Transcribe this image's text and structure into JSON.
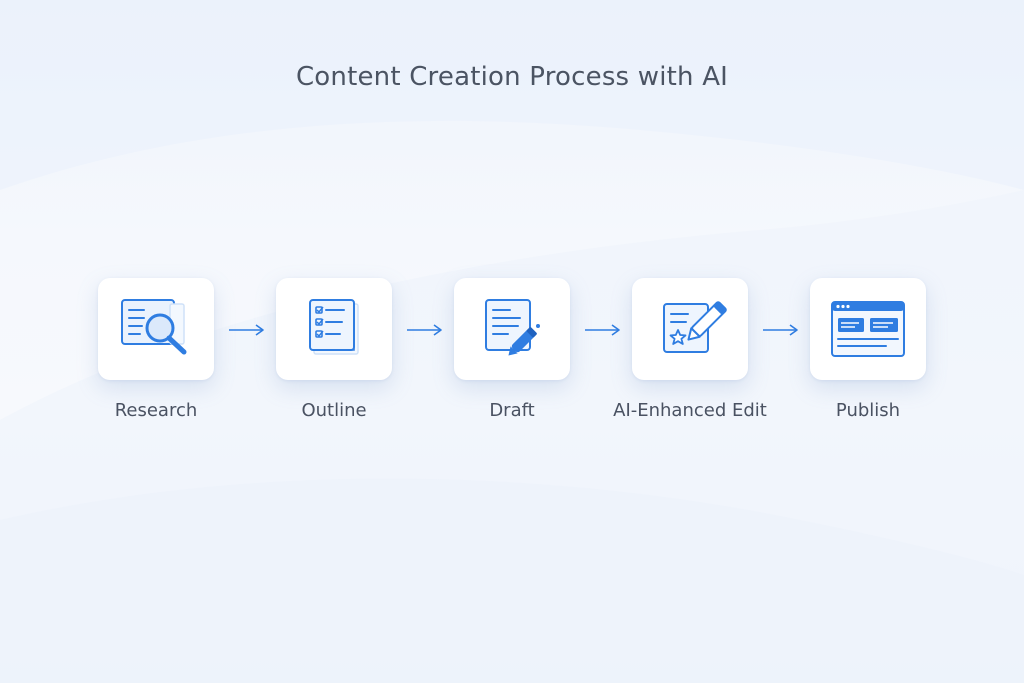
{
  "title": "Content Creation Process with AI",
  "colors": {
    "accent": "#2f7de1",
    "accent_light": "#cfe1f8",
    "text": "#4a5262",
    "title": "#4b5463",
    "card": "#ffffff",
    "background": "#f4f7fc"
  },
  "steps": [
    {
      "label": "Research",
      "icon": "document-magnifier-icon"
    },
    {
      "label": "Outline",
      "icon": "checklist-icon"
    },
    {
      "label": "Draft",
      "icon": "document-pen-icon"
    },
    {
      "label": "AI-Enhanced Edit",
      "icon": "star-document-pencil-icon"
    },
    {
      "label": "Publish",
      "icon": "browser-window-icon"
    }
  ],
  "connectors": [
    "arrow-right-icon",
    "arrow-right-icon",
    "arrow-right-icon",
    "arrow-right-icon"
  ]
}
